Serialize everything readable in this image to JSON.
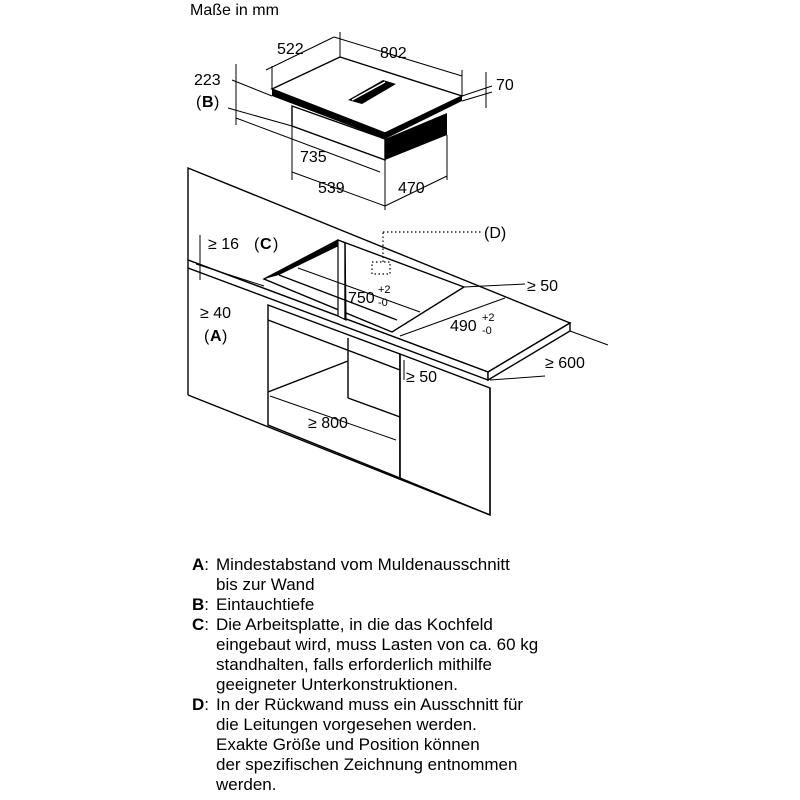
{
  "diagram": {
    "units_label": "Maße in mm",
    "hob_dims": {
      "depth": "522",
      "width": "802",
      "height": "70",
      "total_depth": "223",
      "total_depth_ref": "B",
      "box_width": "735",
      "box_depth": "539",
      "box_front": "470"
    },
    "cutout_dims": {
      "min_front_edge": "≥ 16",
      "min_front_edge_ref": "C",
      "cutout_width": "750",
      "cutout_width_tol_plus": "+2",
      "cutout_width_tol_minus": "-0",
      "cutout_depth": "490",
      "cutout_depth_tol_plus": "+2",
      "cutout_depth_tol_minus": "-0",
      "min_side": "≥ 50",
      "min_wall": "≥ 40",
      "min_wall_ref": "A",
      "min_back": "≥ 50",
      "min_depth_counter": "≥ 600",
      "min_cabinet": "≥ 800",
      "rear_opening_ref": "(D)"
    }
  },
  "legend": [
    {
      "key": "A",
      "text": "Mindestabstand vom Muldenausschnitt\nbis zur Wand"
    },
    {
      "key": "B",
      "text": "Eintauchtiefe"
    },
    {
      "key": "C",
      "text": "Die Arbeitsplatte, in die das Kochfeld\neingebaut wird, muss Lasten von ca. 60 kg\nstandhalten, falls erforderlich mithilfe\ngeeigneter Unterkonstruktionen."
    },
    {
      "key": "D",
      "text": "In der Rückwand muss ein Ausschnitt für\ndie Leitungen vorgesehen werden.\nExakte Größe und Position können\nder spezifischen Zeichnung entnommen\nwerden."
    }
  ]
}
